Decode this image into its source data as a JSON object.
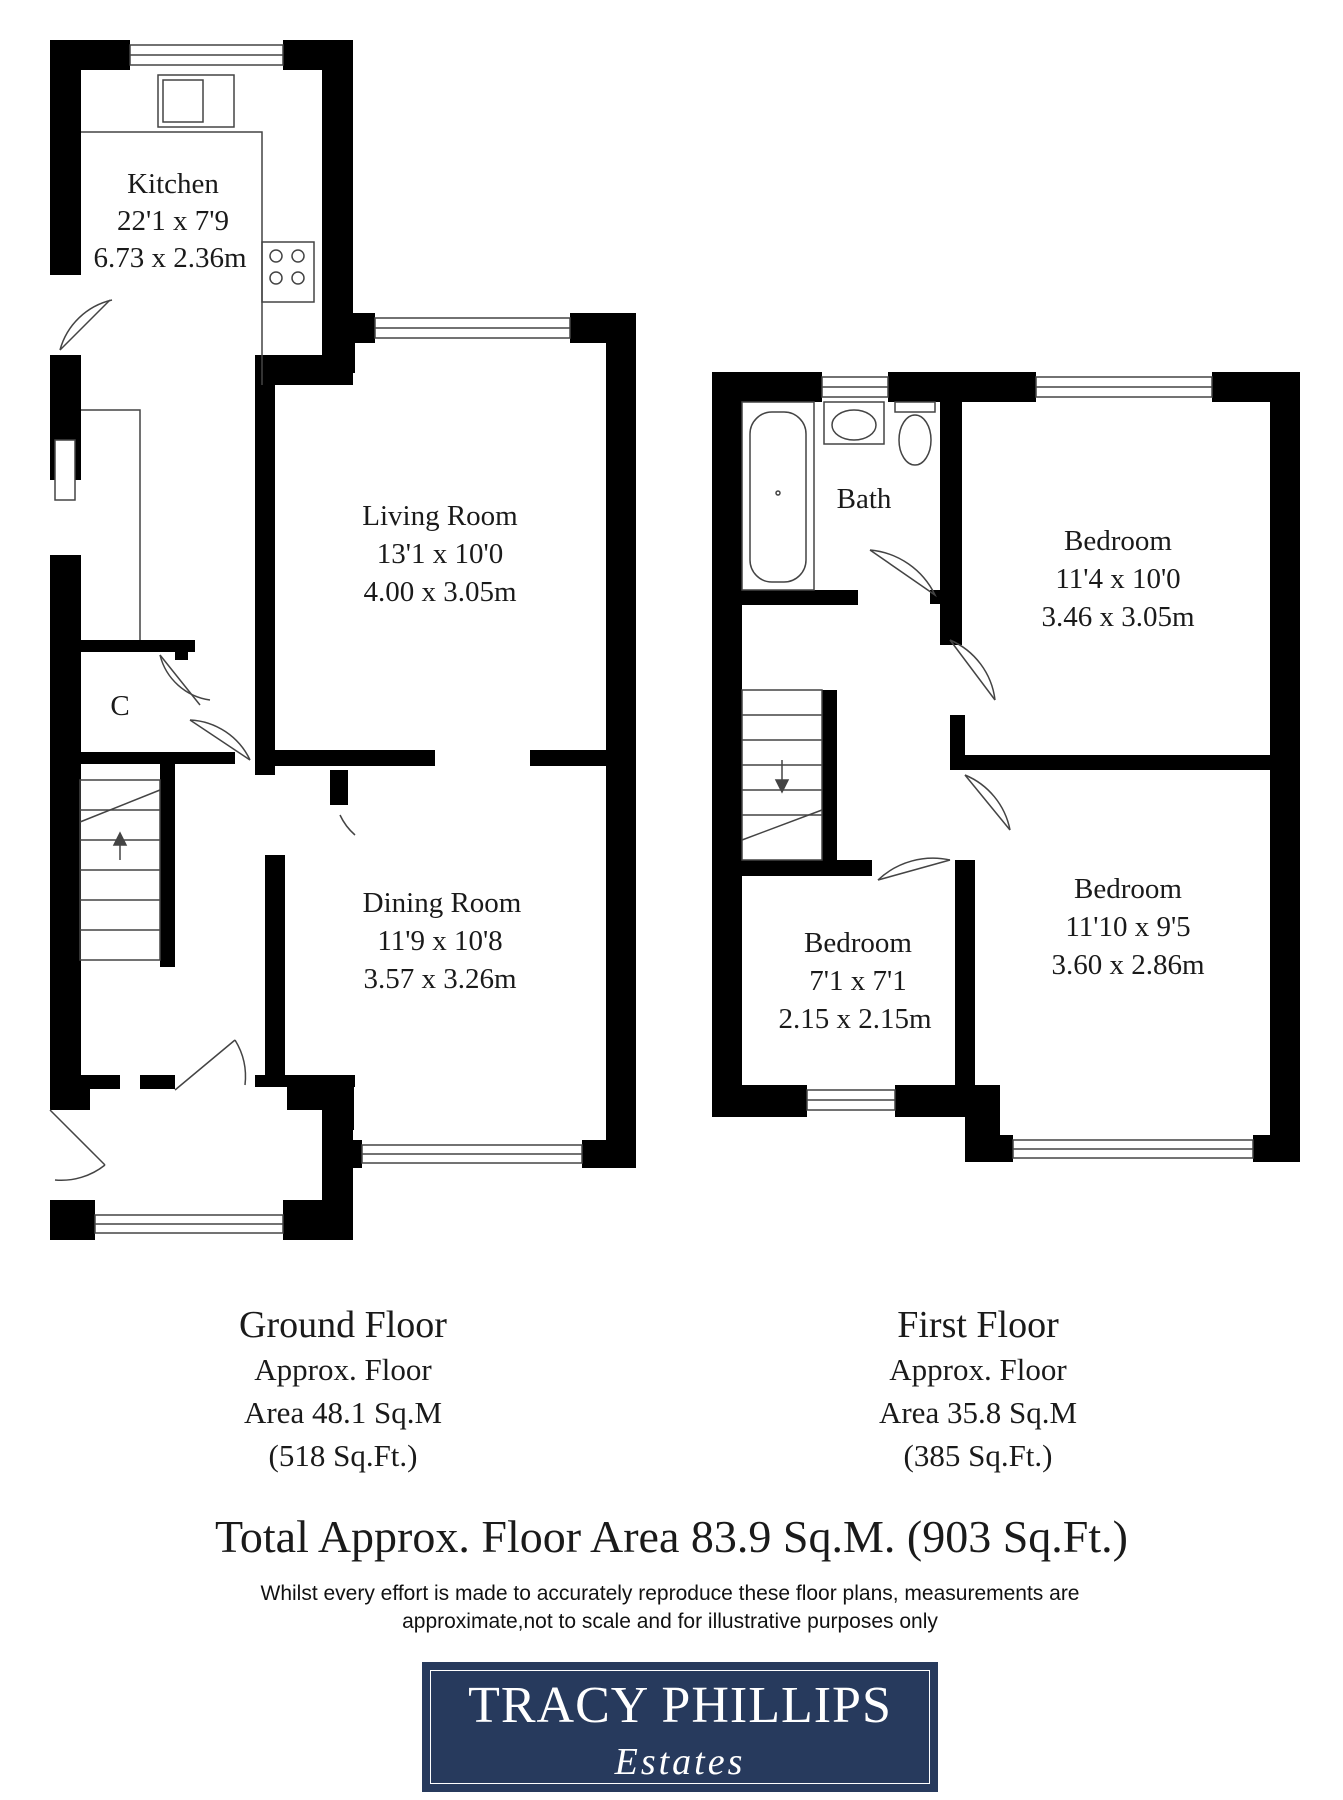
{
  "ground_floor": {
    "rooms": [
      {
        "name": "Kitchen",
        "imperial": "22'1 x 7'9",
        "metric": "6.73 x 2.36m"
      },
      {
        "name": "Living Room",
        "imperial": "13'1 x 10'0",
        "metric": "4.00 x 3.05m"
      },
      {
        "name": "Dining Room",
        "imperial": "11'9 x 10'8",
        "metric": "3.57 x 3.26m"
      }
    ],
    "cupboard_label": "C",
    "caption": {
      "title": "Ground Floor",
      "line1": "Approx. Floor",
      "line2": "Area 48.1 Sq.M",
      "line3": "(518 Sq.Ft.)"
    }
  },
  "first_floor": {
    "bath_label": "Bath",
    "rooms": [
      {
        "name": "Bedroom",
        "imperial": "11'4 x 10'0",
        "metric": "3.46 x 3.05m"
      },
      {
        "name": "Bedroom",
        "imperial": "11'10 x 9'5",
        "metric": "3.60 x 2.86m"
      },
      {
        "name": "Bedroom",
        "imperial": "7'1 x 7'1",
        "metric": "2.15 x 2.15m"
      }
    ],
    "caption": {
      "title": "First Floor",
      "line1": "Approx. Floor",
      "line2": "Area 35.8 Sq.M",
      "line3": "(385 Sq.Ft.)"
    }
  },
  "total": "Total Approx. Floor Area 83.9 Sq.M. (903 Sq.Ft.)",
  "disclaimer": {
    "line1": "Whilst every effort is made to accurately reproduce these floor plans, measurements are",
    "line2": "approximate,not to scale and for illustrative purposes only"
  },
  "logo": {
    "brand": "TRACY PHILLIPS",
    "sub": "Estates"
  },
  "colors": {
    "wall": "#000000",
    "logo_background": "#273a5d",
    "logo_text": "#ffffff"
  }
}
